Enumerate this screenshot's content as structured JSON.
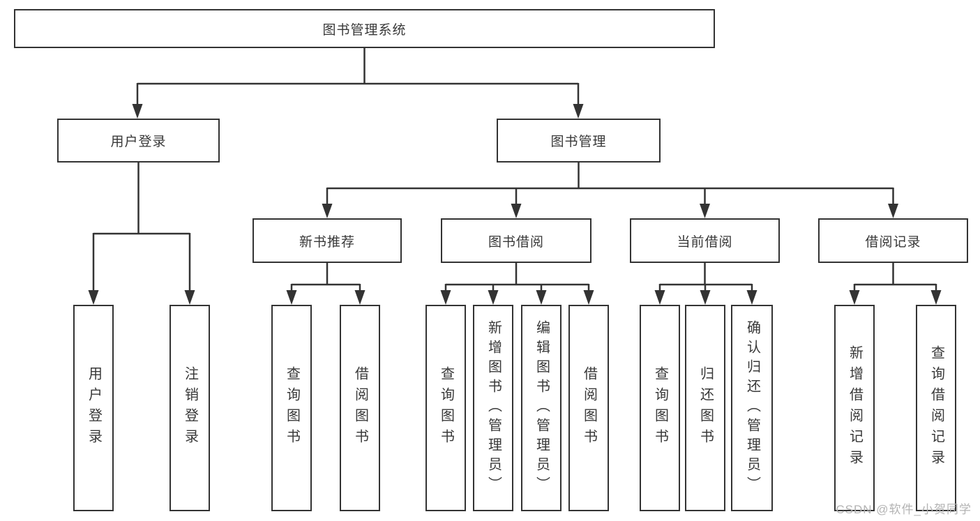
{
  "colors": {
    "line": "#333333",
    "text": "#383838",
    "box_background": "#ffffff",
    "watermark": "#b3b3b3"
  },
  "diagram": {
    "title": "图书管理系统",
    "level2": [
      {
        "label": "用户登录"
      },
      {
        "label": "图书管理"
      }
    ],
    "level3": [
      {
        "label": "新书推荐",
        "parent": "图书管理"
      },
      {
        "label": "图书借阅",
        "parent": "图书管理"
      },
      {
        "label": "当前借阅",
        "parent": "图书管理"
      },
      {
        "label": "借阅记录",
        "parent": "图书管理"
      }
    ],
    "leaves": [
      {
        "label": "用户登录",
        "parent": "用户登录"
      },
      {
        "label": "注销登录",
        "parent": "用户登录"
      },
      {
        "label": "查询图书",
        "parent": "新书推荐"
      },
      {
        "label": "借阅图书",
        "parent": "新书推荐"
      },
      {
        "label": "查询图书",
        "parent": "图书借阅"
      },
      {
        "label": "新增图书（管理员）",
        "parent": "图书借阅"
      },
      {
        "label": "编辑图书（管理员）",
        "parent": "图书借阅"
      },
      {
        "label": "借阅图书",
        "parent": "图书借阅"
      },
      {
        "label": "查询图书",
        "parent": "当前借阅"
      },
      {
        "label": "归还图书",
        "parent": "当前借阅"
      },
      {
        "label": "确认归还（管理员）",
        "parent": "当前借阅"
      },
      {
        "label": "新增借阅记录",
        "parent": "借阅记录"
      },
      {
        "label": "查询借阅记录",
        "parent": "借阅记录"
      }
    ]
  },
  "watermark": {
    "text": "CSDN @软件_小贺同学"
  }
}
